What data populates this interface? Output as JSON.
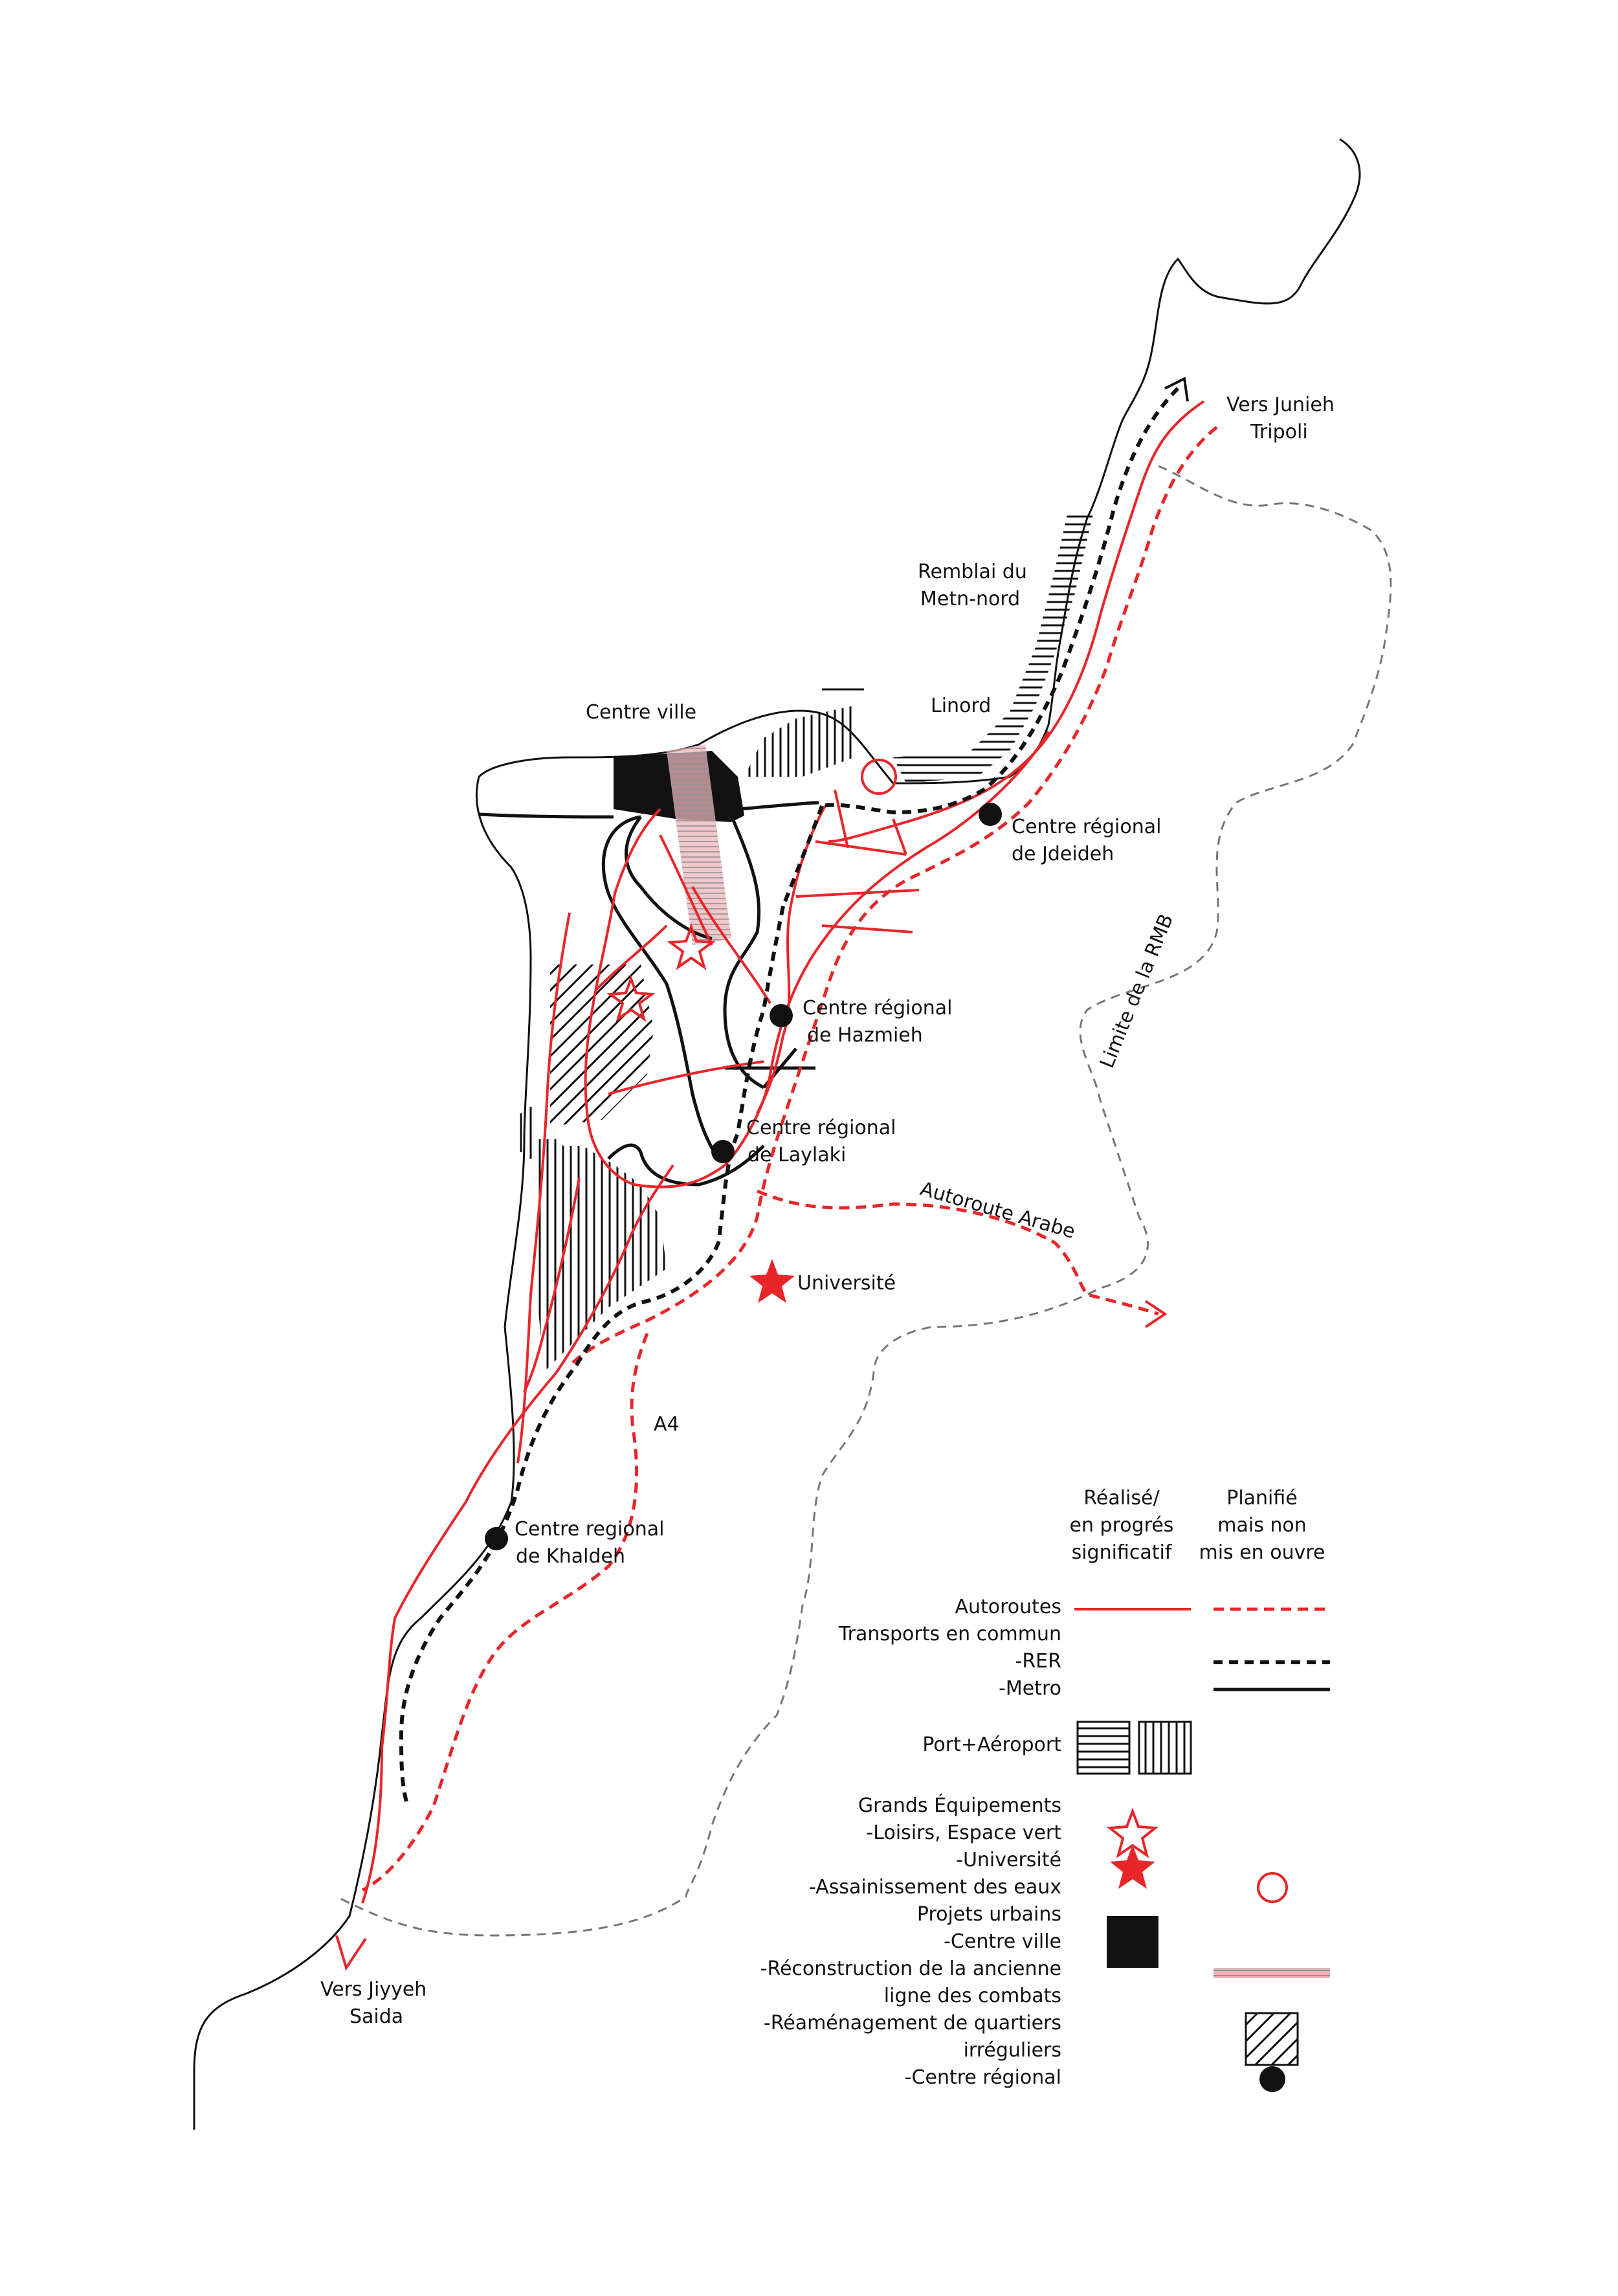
{
  "colors": {
    "red": "#e8262a",
    "black": "#111111",
    "grey": "#777777",
    "pink": "#e9b6b9"
  },
  "map": {
    "labels": {
      "vers_junieh": "Vers Junieh",
      "tripoli": "Tripoli",
      "remblai_1": "Remblai du",
      "remblai_2": "Metn-nord",
      "linord": "Linord",
      "centre_ville": "Centre ville",
      "jdeideh_1": "Centre régional",
      "jdeideh_2": "de Jdeideh",
      "limite_rmb": "Limite de la RMB",
      "hazmieh_1": "Centre régional",
      "hazmieh_2": "de Hazmieh",
      "laylaki_1": "Centre régional",
      "laylaki_2": "de Laylaki",
      "autoroute_arabe": "Autoroute Arabe",
      "universite": "Université",
      "a4": "A4",
      "khaldeh_1": "Centre regional",
      "khaldeh_2": "de Khaldeh",
      "vers_jiyyeh": "Vers Jiyyeh",
      "saida": "Saida"
    }
  },
  "legend": {
    "col_realise": [
      "Réalisé/",
      "en progrés",
      "significatif"
    ],
    "col_planifie": [
      "Planifié",
      "mais non",
      "mis en ouvre"
    ],
    "autoroutes": "Autoroutes",
    "transports": "Transports en commun",
    "rer": "-RER",
    "metro": "-Metro",
    "port_aeroport": "Port+Aéroport",
    "grands_equipements": "Grands Équipements",
    "loisirs": "-Loisirs, Espace vert",
    "universite": "-Université",
    "assainissement": "-Assainissement des eaux",
    "projets_urbains": "Projets urbains",
    "centre_ville": "-Centre ville",
    "reconstruction_1": "-Réconstruction de la ancienne",
    "reconstruction_2": "ligne des combats",
    "reamenagement_1": "-Réaménagement de quartiers",
    "reamenagement_2": "irréguliers",
    "centre_regional": "-Centre régional"
  }
}
